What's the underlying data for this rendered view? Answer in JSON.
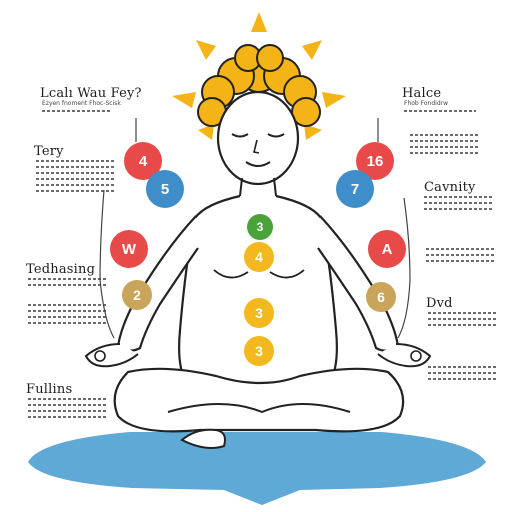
{
  "left_labels": {
    "top_heading": "Lcalı Wau Fey?",
    "top_sub": "Ezyen fnoment Fhoc-Scisk",
    "tery": "Tery",
    "tedhasing": "Tedhasing",
    "fullins": "Fullins"
  },
  "right_labels": {
    "top_heading": "Halce",
    "top_sub": "Fhob Fondidrw",
    "cavnity": "Cavnity",
    "dvd": "Dvd"
  },
  "left_circles": [
    {
      "text": "4",
      "color": "#e84a4a"
    },
    {
      "text": "5",
      "color": "#3f8ec9"
    },
    {
      "text": "W",
      "color": "#e84a4a"
    },
    {
      "text": "2",
      "color": "#c9a45a"
    }
  ],
  "right_circles": [
    {
      "text": "16",
      "color": "#e84a4a"
    },
    {
      "text": "7",
      "color": "#3f8ec9"
    },
    {
      "text": "A",
      "color": "#e84a4a"
    },
    {
      "text": "6",
      "color": "#c9a45a"
    }
  ],
  "chakras": [
    {
      "text": "3",
      "color": "#4aa23a"
    },
    {
      "text": "4",
      "color": "#f2b81e"
    },
    {
      "text": "3",
      "color": "#f2b81e"
    },
    {
      "text": "3",
      "color": "#f2b81e"
    }
  ],
  "colors": {
    "hair": "#f4b317",
    "rays": "#f4b317",
    "mat": "#5ea9d6",
    "outline": "#222222"
  }
}
